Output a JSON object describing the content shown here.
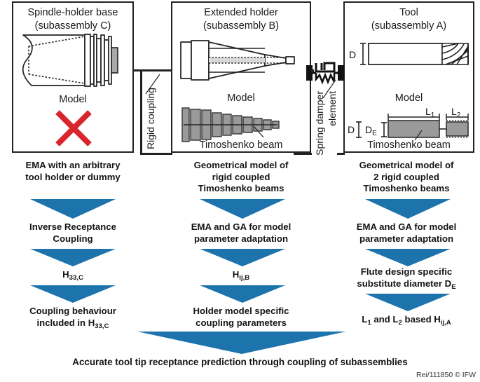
{
  "colors": {
    "arrow_blue": "#1d74ad",
    "cross_red": "#d8262c",
    "line_dark": "#222222",
    "beam_gray": "#9a9a9a",
    "text_dark": "#141414"
  },
  "panels": [
    {
      "id": "subassembly-c",
      "title_line1": "Spindle-holder base",
      "title_line2": "(subassembly C)",
      "model_label": "Model",
      "beam_caption": "",
      "has_cross": true
    },
    {
      "id": "subassembly-b",
      "title_line1": "Extended holder",
      "title_line2": "(subassembly B)",
      "model_label": "Model",
      "beam_caption": "Timoshenko beam",
      "has_cross": false
    },
    {
      "id": "subassembly-a",
      "title_line1": "Tool",
      "title_line2": "(subassembly A)",
      "model_label": "Model",
      "beam_caption": "Timoshenko beam",
      "has_cross": false
    }
  ],
  "connectors": {
    "rigid_coupling_label": "Rigid coupling",
    "spring_damper_label_line1": "Spring damper",
    "spring_damper_label_line2": "element"
  },
  "dimensions": {
    "tool_diameter": "D",
    "model_diameter": "D",
    "substitute_diameter": "D",
    "substitute_diameter_sub": "E",
    "length1": "L",
    "length1_sub": "1",
    "length2": "L",
    "length2_sub": "2"
  },
  "columns": [
    {
      "id": "column-c",
      "steps": [
        {
          "html": "EMA with an arbitrary<br>tool holder or dummy"
        },
        {
          "html": "Inverse Receptance<br>Coupling"
        },
        {
          "html": "H<sub>33,C</sub>"
        },
        {
          "html": "Coupling behaviour<br>included in H<sub>33,C</sub>"
        }
      ]
    },
    {
      "id": "column-b",
      "steps": [
        {
          "html": "Geometrical model of<br>rigid coupled<br>Timoshenko beams"
        },
        {
          "html": "EMA and GA for model<br>parameter adaptation"
        },
        {
          "html": "H<sub>ij,B</sub>"
        },
        {
          "html": "Holder model specific<br>coupling parameters"
        }
      ]
    },
    {
      "id": "column-a",
      "steps": [
        {
          "html": "Geometrical model of<br>2 rigid coupled<br>Timoshenko beams"
        },
        {
          "html": "EMA and GA for model<br>parameter adaptation"
        },
        {
          "html": "Flute design specific<br>substitute diameter D<sub>E</sub>"
        },
        {
          "html": "L<sub>1</sub> and L<sub>2</sub> based H<sub>ij,A</sub>"
        }
      ]
    }
  ],
  "conclusion": {
    "text": "Accurate tool tip receptance prediction through coupling of subassemblies"
  },
  "footer": {
    "text": "Rei/111850 © IFW"
  }
}
